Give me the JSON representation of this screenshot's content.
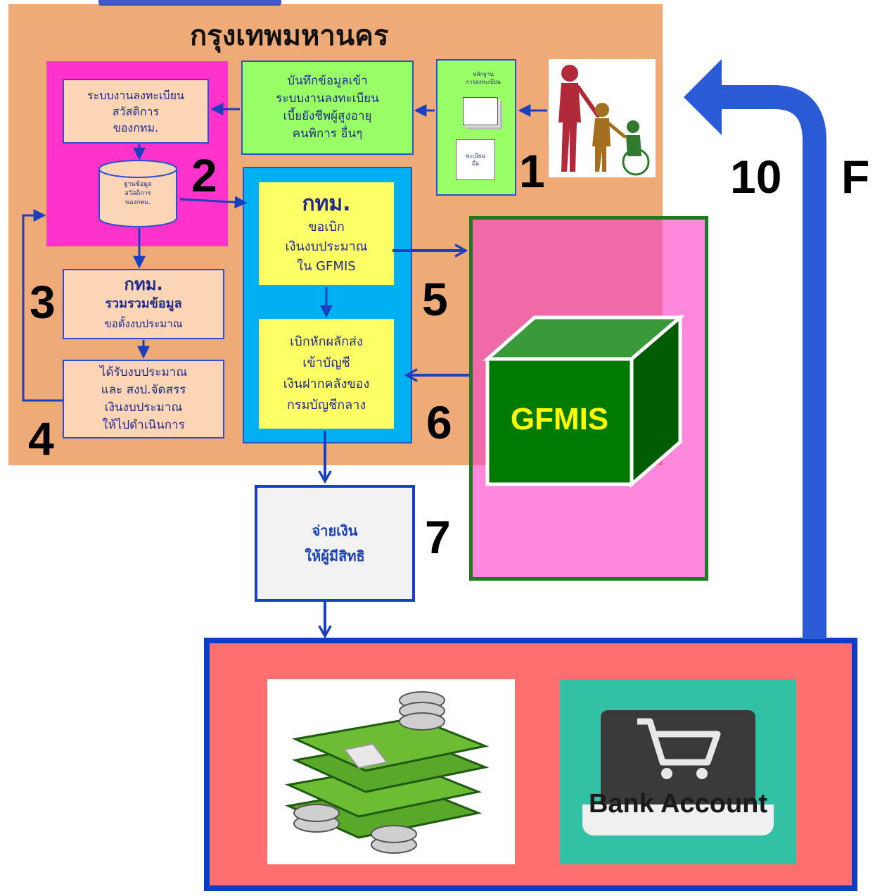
{
  "header": {
    "title": "กรุงเทพมหานคร"
  },
  "boxes": {
    "registration_system": [
      "ระบบงานลงทะเบียน",
      "สวัสดิการ",
      "ของกทม."
    ],
    "record_data": [
      "บันทึกข้อมูลเข้า",
      "ระบบงานลงทะเบียน",
      "เบี้ยยังชีพผู้สูงอายุ",
      "คนพิการ อื่นๆ"
    ],
    "evidence_doc": {
      "top": "หลักฐาน",
      "sub": "การลงทะเบียน",
      "bottom_1": "ทะเบียน",
      "bottom_2": "มือ"
    },
    "database": [
      "ฐานข้อมูล",
      "สวัสดิการ",
      "ของกทม."
    ],
    "collect": {
      "head": "กทม.",
      "lines": [
        "รวมรวมข้อมูล",
        "ขอตั้งงบประมาณ"
      ]
    },
    "allocate": [
      "ได้รับงบประมาณ",
      "และ สงป.จัดสรร",
      "เงินงบประมาณ",
      "ให้ไปดำเนินการ"
    ],
    "request": {
      "head": "กทม.",
      "lines": [
        "ขอเบิก",
        "เงินงบประมาณ",
        "ใน GFMIS"
      ]
    },
    "withdraw": [
      "เบิกหักผลักส่ง",
      "เข้าบัญชี",
      "เงินฝากคลังของ",
      "กรมบัญชีกลาง"
    ],
    "pay": [
      "จ่ายเงิน",
      "ให้ผู้มีสิทธิ"
    ]
  },
  "gfmis_label": "GFMIS",
  "bank_label": "Bank Account",
  "steps": {
    "s1": "1",
    "s2": "2",
    "s3": "3",
    "s4": "4",
    "s5": "5",
    "s6": "6",
    "s7": "7",
    "s10": "10",
    "sf": "F"
  },
  "colors": {
    "orange_bg": "#eeaa77",
    "magenta": "#ff33cc",
    "green_box": "#99ff66",
    "peach": "#fbd5b5",
    "light_blue": "#00b0f0",
    "yellow": "#ffff66",
    "pink_panel": "#ff88dd",
    "cube_green": "#007a00",
    "salmon": "#ff6f6f",
    "arrow_blue": "#0a3fc4",
    "teal": "#33c1a6"
  }
}
